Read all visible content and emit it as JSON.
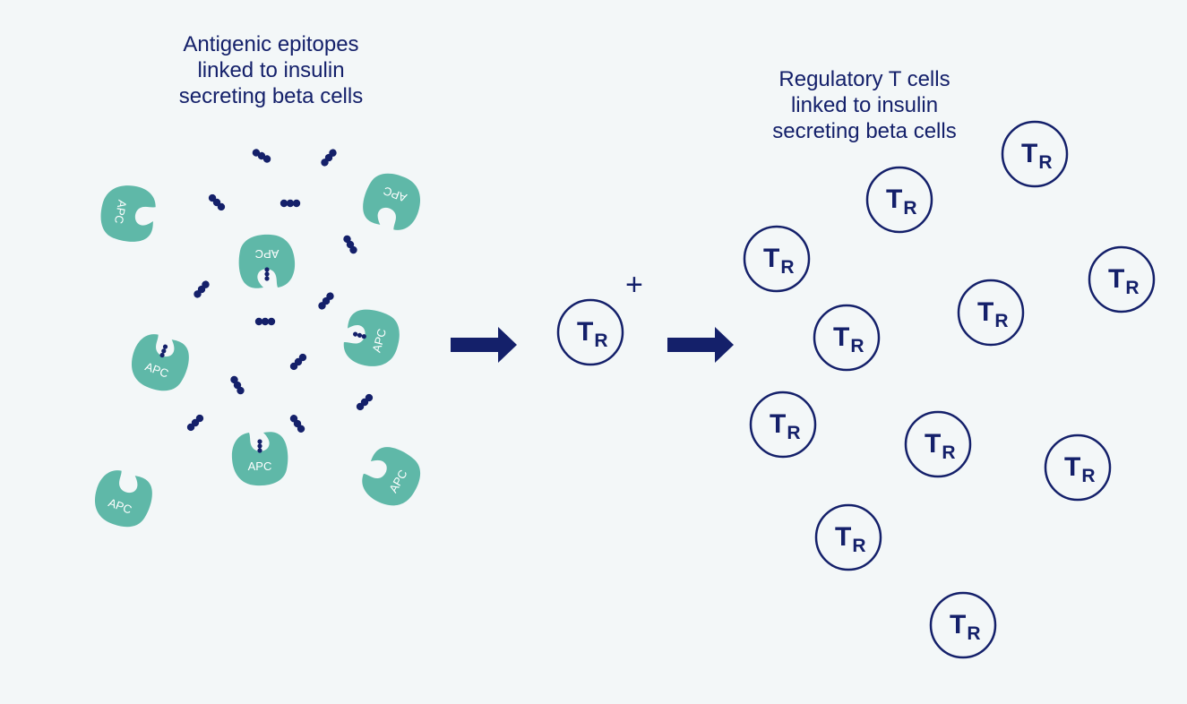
{
  "labels": {
    "left_caption": "Antigenic epitopes\nlinked to insulin\nsecreting beta cells",
    "right_caption": "Regulatory T cells\nlinked to insulin\nsecreting beta cells",
    "apc_label": "APC",
    "treg_main": "T",
    "treg_sub": "R",
    "plus_sign": "+"
  },
  "colors": {
    "background": "#f3f7f8",
    "navy": "#14206a",
    "apc_teal": "#5fb8a8"
  }
}
